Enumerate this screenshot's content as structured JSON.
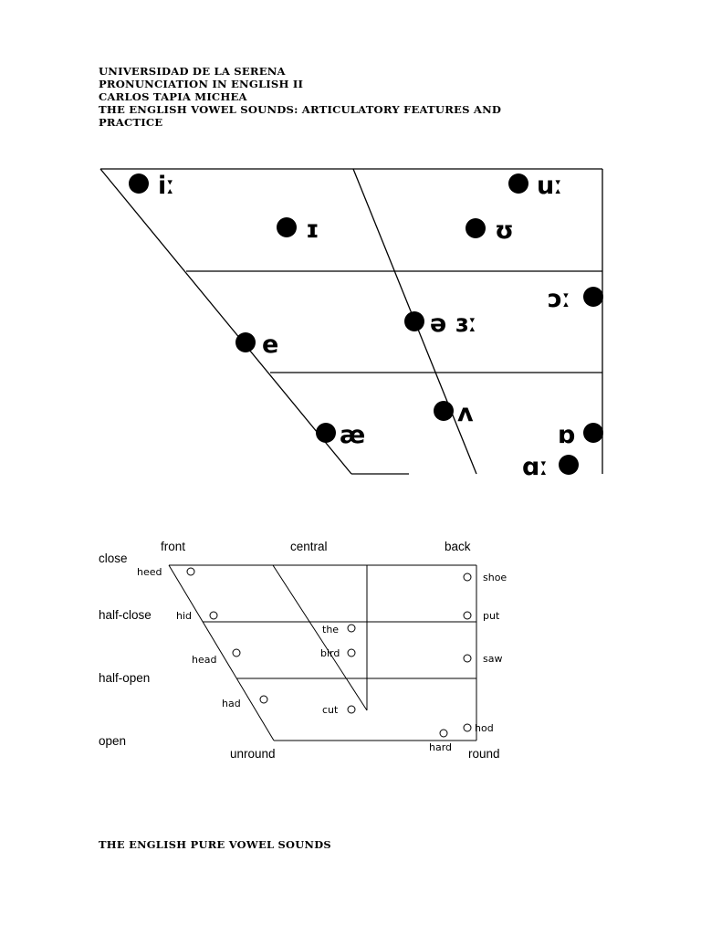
{
  "header": {
    "line1": "UNIVERSIDAD DE LA SERENA",
    "line2": "PRONUNCIATION IN ENGLISH II",
    "line3": "CARLOS TAPIA MICHEA",
    "line4": "THE ENGLISH VOWEL SOUNDS: ARTICULATORY FEATURES AND",
    "line5": "PRACTICE"
  },
  "chart1": {
    "symbols": {
      "i_long": "iː",
      "u_long": "uː",
      "i_short": "ɪ",
      "u_short": "ʊ",
      "o_long": "ɔː",
      "schwa_er": "ə ɜː",
      "e": "e",
      "wedge": "ʌ",
      "ae": "æ",
      "o_short": "ɒ",
      "a_long": "ɑː"
    }
  },
  "chart2": {
    "columns": {
      "front": "front",
      "central": "central",
      "back": "back"
    },
    "rows": {
      "close": "close",
      "half_close": "half-close",
      "half_open": "half-open",
      "open": "open"
    },
    "bottom": {
      "unround": "unround",
      "round": "round"
    },
    "words": {
      "heed": "heed",
      "shoe": "shoe",
      "hid": "hid",
      "put": "put",
      "the": "the",
      "head": "head",
      "bird": "bird",
      "saw": "saw",
      "had": "had",
      "cut": "cut",
      "hod": "hod",
      "hard": "hard"
    }
  },
  "footer": {
    "title": "THE ENGLISH PURE VOWEL SOUNDS"
  }
}
